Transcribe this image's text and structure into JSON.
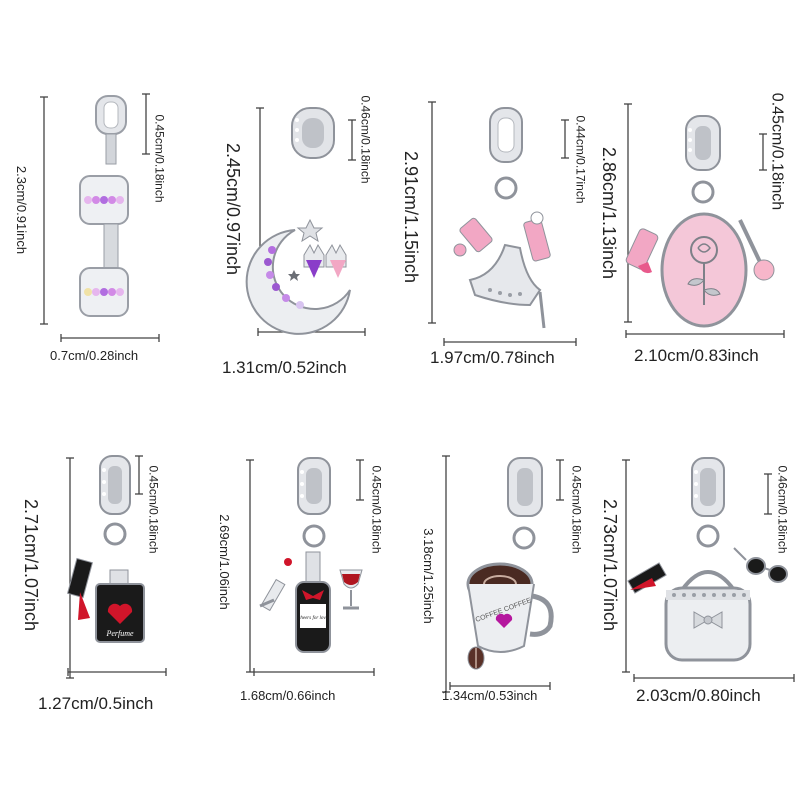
{
  "charms": [
    {
      "height": "2.3cm/0.91inch",
      "loop": "0.45cm/0.18inch",
      "width": "0.7cm/0.28inch",
      "icon": "dumbbell-charm-icon"
    },
    {
      "height": "2.45cm/0.97inch",
      "loop": "0.46cm/0.18inch",
      "width": "1.31cm/0.52inch",
      "icon": "moon-cats-charm-icon"
    },
    {
      "height": "2.91cm/1.15inch",
      "loop": "0.44cm/0.17inch",
      "width": "1.97cm/0.78inch",
      "icon": "high-heel-charm-icon"
    },
    {
      "height": "2.86cm/1.13inch",
      "loop": "0.45cm/0.18inch",
      "width": "2.10cm/0.83inch",
      "icon": "rose-mirror-charm-icon"
    },
    {
      "height": "2.71cm/1.07inch",
      "loop": "0.45cm/0.18inch",
      "width": "1.27cm/0.5inch",
      "icon": "perfume-lipstick-charm-icon",
      "engraving": "Perfume"
    },
    {
      "height": "2.69cm/1.06inch",
      "loop": "0.45cm/0.18inch",
      "width": "1.68cm/0.66inch",
      "icon": "wine-bottle-charm-icon",
      "engraving": "cheers for love"
    },
    {
      "height": "3.18cm/1.25inch",
      "loop": "0.45cm/0.18inch",
      "width": "1.34cm/0.53inch",
      "icon": "coffee-mug-charm-icon",
      "engraving": "COFFEE COFFEE"
    },
    {
      "height": "2.73cm/1.07inch",
      "loop": "0.46cm/0.18inch",
      "width": "2.03cm/0.80inch",
      "icon": "handbag-charm-icon"
    }
  ],
  "colors": {
    "silver": "#c9ccd1",
    "pink": "#f2a7c4",
    "purple": "#9b59d0",
    "red": "#d0152a",
    "black": "#1a1a1a"
  }
}
